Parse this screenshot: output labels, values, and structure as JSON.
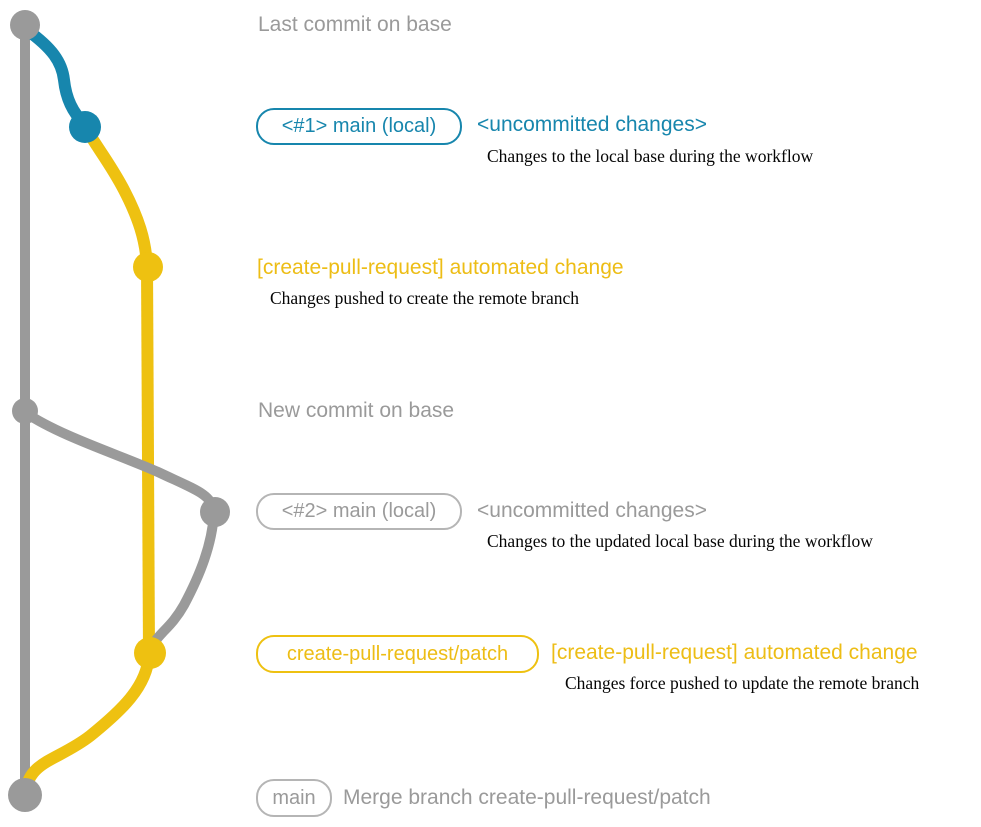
{
  "colors": {
    "gray": "#9a9a9a",
    "gray_border": "#b5b5b5",
    "blue": "#1786ad",
    "yellow": "#eec111",
    "yellow_text": "#edbd15",
    "desc_text": "#050505"
  },
  "graph": {
    "nodes": [
      {
        "name": "base-last-commit-node",
        "color": "#9a9a9a"
      },
      {
        "name": "main-local-1-node",
        "color": "#1786ad"
      },
      {
        "name": "patch-commit-1-node",
        "color": "#eec111"
      },
      {
        "name": "base-new-commit-node",
        "color": "#9a9a9a"
      },
      {
        "name": "main-local-2-node",
        "color": "#9a9a9a"
      },
      {
        "name": "patch-commit-2-node",
        "color": "#eec111"
      },
      {
        "name": "merge-commit-node",
        "color": "#9a9a9a"
      }
    ],
    "edges": [
      {
        "name": "base-branch-line",
        "color": "#9a9a9a"
      },
      {
        "name": "patch-branch-vertical",
        "color": "#eec111"
      },
      {
        "name": "patch-branch-upper-curve",
        "color": "#eec111"
      },
      {
        "name": "patch-branch-lower-curve",
        "color": "#eec111"
      },
      {
        "name": "main-local-1-branch-curve",
        "color": "#1786ad"
      },
      {
        "name": "base-to-main-local-2-curve",
        "color": "#9a9a9a"
      },
      {
        "name": "main-local-2-to-patch-curve",
        "color": "#9a9a9a"
      }
    ]
  },
  "annotations": {
    "last_commit_label": "Last commit on base",
    "new_commit_label": "New commit on base",
    "row1": {
      "badge": "<#1> main (local)",
      "title": "<uncommitted changes>",
      "desc": "Changes to the local base during the workflow"
    },
    "row2": {
      "title": "[create-pull-request] automated change",
      "desc": "Changes pushed to create the remote branch"
    },
    "row3": {
      "badge": "<#2> main (local)",
      "title": "<uncommitted changes>",
      "desc": "Changes to the updated local base during the workflow"
    },
    "row4": {
      "badge": "create-pull-request/patch",
      "title": "[create-pull-request] automated change",
      "desc": "Changes force pushed to update the remote branch"
    },
    "row5": {
      "badge": "main",
      "title": "Merge branch create-pull-request/patch"
    }
  }
}
